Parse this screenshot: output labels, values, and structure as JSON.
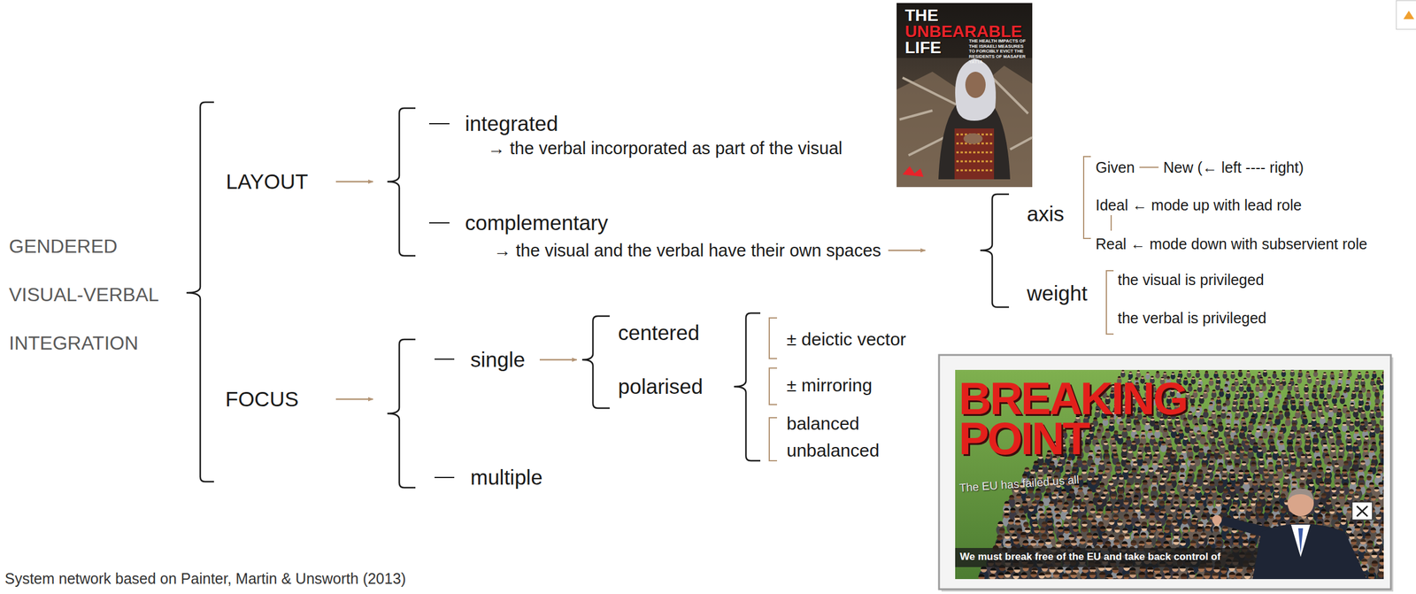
{
  "diagram": {
    "caption": "System network based on Painter, Martin & Unsworth (2013)",
    "nodes": [
      {
        "text": [
          "THE",
          "UNBEARABLE",
          "LIFE",
          "THE HEALTH IMPACTS OF THE ISRAELI MEASURES TO FORCIBLY EVICT THE RESIDENTS OF MASAFER YATTA"
        ]
      },
      {
        "text": [
          "BREAKING POINT",
          "The EU has failed us all",
          "We must break free of the EU and take back control of"
        ]
      }
    ],
    "labels": [
      "GENDERED VISUAL-VERBAL INTEGRATION",
      "LAYOUT",
      "integrated",
      "→ the verbal incorporated as part of the visual",
      "complementary",
      "→ the visual and the verbal have their own spaces",
      "axis",
      "Given",
      "New (← left ---- right)",
      "Ideal ← mode up with lead role",
      "Real ← mode down with subservient role",
      "weight",
      "the visual is privileged",
      "the verbal is privileged",
      "FOCUS",
      "single",
      "centered",
      "polarised",
      "± deictic vector",
      "± mirroring",
      "balanced",
      "unbalanced",
      "multiple"
    ]
  }
}
